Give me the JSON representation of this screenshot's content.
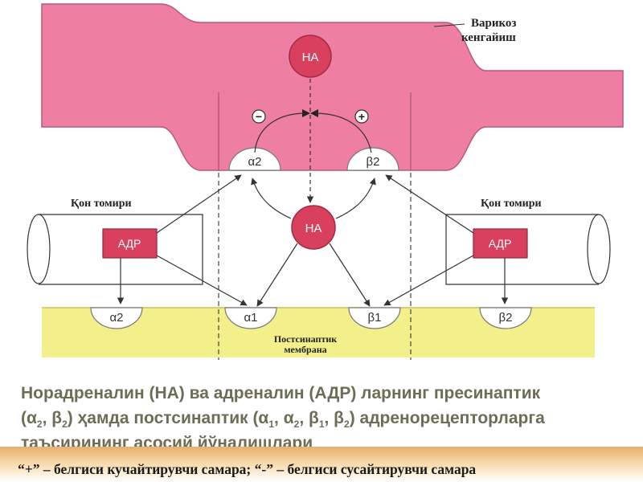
{
  "colors": {
    "presynaptic": "#ee7fa2",
    "presynaptic_edge": "#b65a7a",
    "membrane": "#f3f08c",
    "receptor_box": "#d8405e",
    "caption_text": "#6d6d55"
  },
  "diagram": {
    "varicosity_label": [
      "Варикоз",
      "кенгайиш"
    ],
    "ha_top": "НА",
    "ha_center": "НА",
    "minus_sign": "−",
    "plus_sign": "+",
    "vessel_left_label": "Қон томири",
    "vessel_right_label": "Қон томири",
    "adr_left": "АДР",
    "adr_right": "АДР",
    "pre_alpha2": "α2",
    "pre_beta2": "β2",
    "post_alpha2": "α2",
    "post_alpha1": "α1",
    "post_beta1": "β1",
    "post_beta2": "β2",
    "membrane_label": [
      "Постсинаптик",
      "мембрана"
    ]
  },
  "caption": {
    "line1": "Норадреналин (НА) ва адреналин (АДР) ларнинг пресинаптик",
    "line2_prefix": "(α",
    "line2_s1": "2",
    "line2_mid1": ", β",
    "line2_s2": "2",
    "line2_mid2": ") ҳамда постсинаптик (α",
    "line2_s3": "1",
    "line2_mid3": ", α",
    "line2_s4": "2",
    "line2_mid4": ", β",
    "line2_s5": "1",
    "line2_mid5": ", β",
    "line2_s6": "2",
    "line2_end": ") адренорецепторларга",
    "line3": "таъсирининг асосий йўналишлари"
  },
  "legend": {
    "text": "“+” – белгиси кучайтирувчи  самара;    “-” – белгиси сусайтирувчи самара"
  }
}
